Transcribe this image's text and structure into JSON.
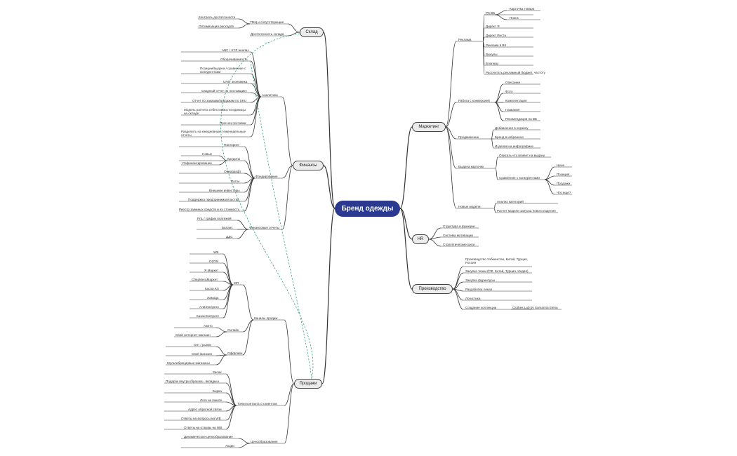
{
  "root": "Бренд одежды",
  "branches": {
    "sklad": {
      "title": "Склад",
      "items": [
        "ТМЦ и сопутствующие",
        "Достаточность склада"
      ],
      "sub": [
        "Контроль достаточности",
        "Оптимизация расходов"
      ]
    },
    "finance": {
      "title": "Финансы",
      "analytics": {
        "title": "Аналитика",
        "items": [
          "ABC / XYZ анализ",
          "Оборачиваемость",
          "Позиции/выдача / сравнение с конкурентами",
          "UNIT экономика",
          "Сводный отчет по поставщику",
          "Отчет по заказам/продажам по SKU",
          "Модель расчета себестоимости единицы на складе",
          "Прогноз поставки",
          "Разделить на ежедневные / еженедельные отчеты"
        ]
      },
      "funding": {
        "title": "Фондирование",
        "items": [
          "Факторинг",
          "Кредиты",
          "Овердрафт",
          "Поток",
          "Внешние инвесторы",
          "Поддержка предпринимательства",
          "Реестр заемных средств и их стоимость"
        ],
        "credits": [
          "Новые",
          "Рефинансирование"
        ]
      },
      "reports": {
        "title": "Финансовые отчеты",
        "items": [
          "PnL / график платежей",
          "Баланс",
          "ДДС"
        ]
      }
    },
    "sales": {
      "title": "Продажи",
      "channels": {
        "title": "Каналы продаж",
        "mp": {
          "title": "МП",
          "items": [
            "WB",
            "OZON",
            "Я.Маркет",
            "СберМегаМаркет",
            "Каспи.KS",
            "Ламода",
            "АлиЭкспресс",
            "КазанЭкспресс"
          ]
        },
        "online": {
          "title": "Онлайн",
          "items": [
            "Авито",
            "Свой интернет магазин"
          ]
        },
        "offline": {
          "title": "Оффлайн",
          "items": [
            "Опт / рынки",
            "Свой магазин",
            "Мультибрендовые магазины"
          ]
        }
      },
      "touch": {
        "title": "Точки контакта с клиентом",
        "items": [
          "Запах",
          "Подарок внутри /брошка - вкладыш",
          "Бирка",
          "Лого на пакете",
          "Адрес обратной связи",
          "Ответы на вопросы на WB",
          "Ответы на отзывы на WB"
        ]
      },
      "pricing": {
        "title": "Ценообразование",
        "items": [
          "Динамическое ценообразование",
          "Акции"
        ]
      }
    },
    "marketing": {
      "title": "Маркетинг",
      "ads": {
        "title": "Реклама",
        "items": [
          "РК ВБ",
          "Директ Я",
          "Директ Инста",
          "Реклама в ВК",
          "Выкупы",
          "Блогеры",
          "Рассчитать рекламный бюджет, частоту"
        ],
        "rk": [
          "Карточка товара",
          "Поиск"
        ]
      },
      "conversion": {
        "title": "Работа с конверсией",
        "items": [
          "Описание",
          "Фото",
          "Комплектация",
          "Название",
          "Рекомендации на ВБ"
        ]
      },
      "promo": {
        "title": "Продвижение",
        "items": [
          "Добавления в корзину",
          "Бренд в избранное",
          "Изделия на инфографике"
        ]
      },
      "output": {
        "title": "Выдача карточек",
        "items": [
          "Описать что влияет на выдачу",
          "Сравнение с конкурентами"
        ],
        "compare": [
          "Цена",
          "Позиция",
          "Продажи",
          "Что еще?"
        ]
      },
      "newmodels": {
        "title": "Новые модели",
        "items": [
          "Анализ категорий",
          "Расчет модели запуска нового изделия"
        ]
      }
    },
    "hr": {
      "title": "HR",
      "items": [
        "Структура и функции",
        "Система мотивации",
        "Стратегические цели"
      ]
    },
    "production": {
      "title": "Производство",
      "items": [
        "Производство Узбекистан, Китай, Турция, Россия",
        "Закупка ткани (РФ, Китай, Турция, Индия)",
        "Закупка фурнитуры",
        "Разработка лекал",
        "Логистика",
        "Создание коллекции"
      ],
      "collection_note": "Clothes Lab by Samarina Elena"
    }
  }
}
